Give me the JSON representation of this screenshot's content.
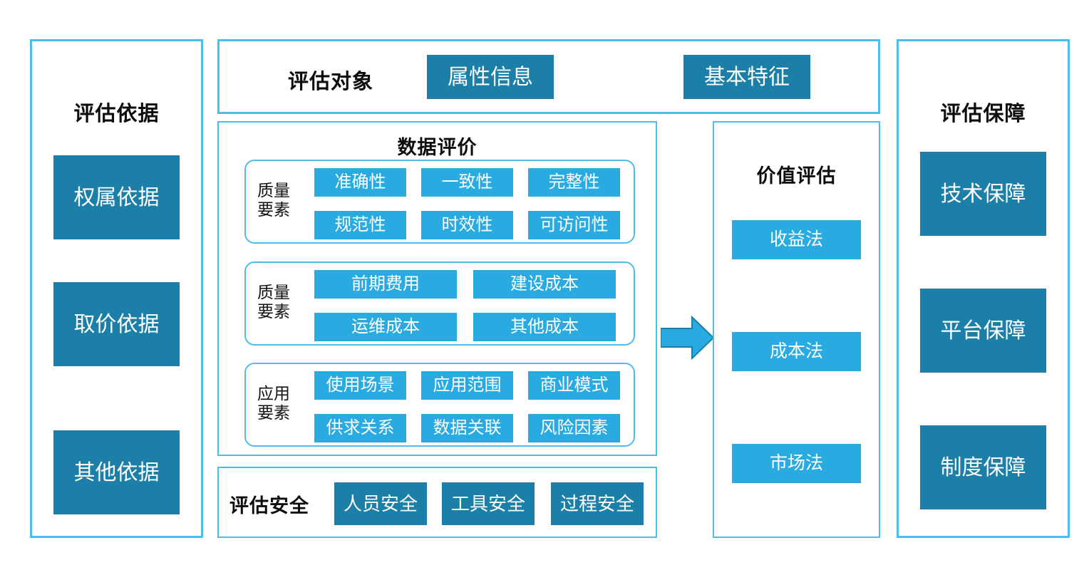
{
  "colors": {
    "border": "#4FBDEB",
    "box_dark": "#1C7FA8",
    "box_light": "#29ABE2",
    "arrow_fill": "#29ABE2",
    "arrow_stroke": "#1C7FA8",
    "background": "#FFFFFF",
    "text_dark": "#0D0D0D",
    "text_on_box": "#FFFFFF"
  },
  "left_column": {
    "title": "评估依据",
    "items": [
      {
        "label": "权属依据"
      },
      {
        "label": "取价依据"
      },
      {
        "label": "其他依据"
      }
    ]
  },
  "object_panel": {
    "title": "评估对象",
    "items": [
      {
        "label": "属性信息"
      },
      {
        "label": "基本特征"
      }
    ]
  },
  "data_eval_panel": {
    "title": "数据评价",
    "groups": [
      {
        "label": "质量\n要素",
        "rows": [
          [
            "准确性",
            "一致性",
            "完整性"
          ],
          [
            "规范性",
            "时效性",
            "可访问性"
          ]
        ]
      },
      {
        "label": "质量\n要素",
        "rows": [
          [
            "前期费用",
            "建设成本"
          ],
          [
            "运维成本",
            "其他成本"
          ]
        ]
      },
      {
        "label": "应用\n要素",
        "rows": [
          [
            "使用场景",
            "应用范围",
            "商业模式"
          ],
          [
            "供求关系",
            "数据关联",
            "风险因素"
          ]
        ]
      }
    ]
  },
  "security_panel": {
    "title": "评估安全",
    "items": [
      {
        "label": "人员安全"
      },
      {
        "label": "工具安全"
      },
      {
        "label": "过程安全"
      }
    ]
  },
  "value_panel": {
    "title": "价值评估",
    "items": [
      {
        "label": "收益法"
      },
      {
        "label": "成本法"
      },
      {
        "label": "市场法"
      }
    ]
  },
  "right_column": {
    "title": "评估保障",
    "items": [
      {
        "label": "技术保障"
      },
      {
        "label": "平台保障"
      },
      {
        "label": "制度保障"
      }
    ]
  },
  "connector": {
    "name": "right-arrow",
    "from": "数据评价",
    "to": "价值评估"
  }
}
